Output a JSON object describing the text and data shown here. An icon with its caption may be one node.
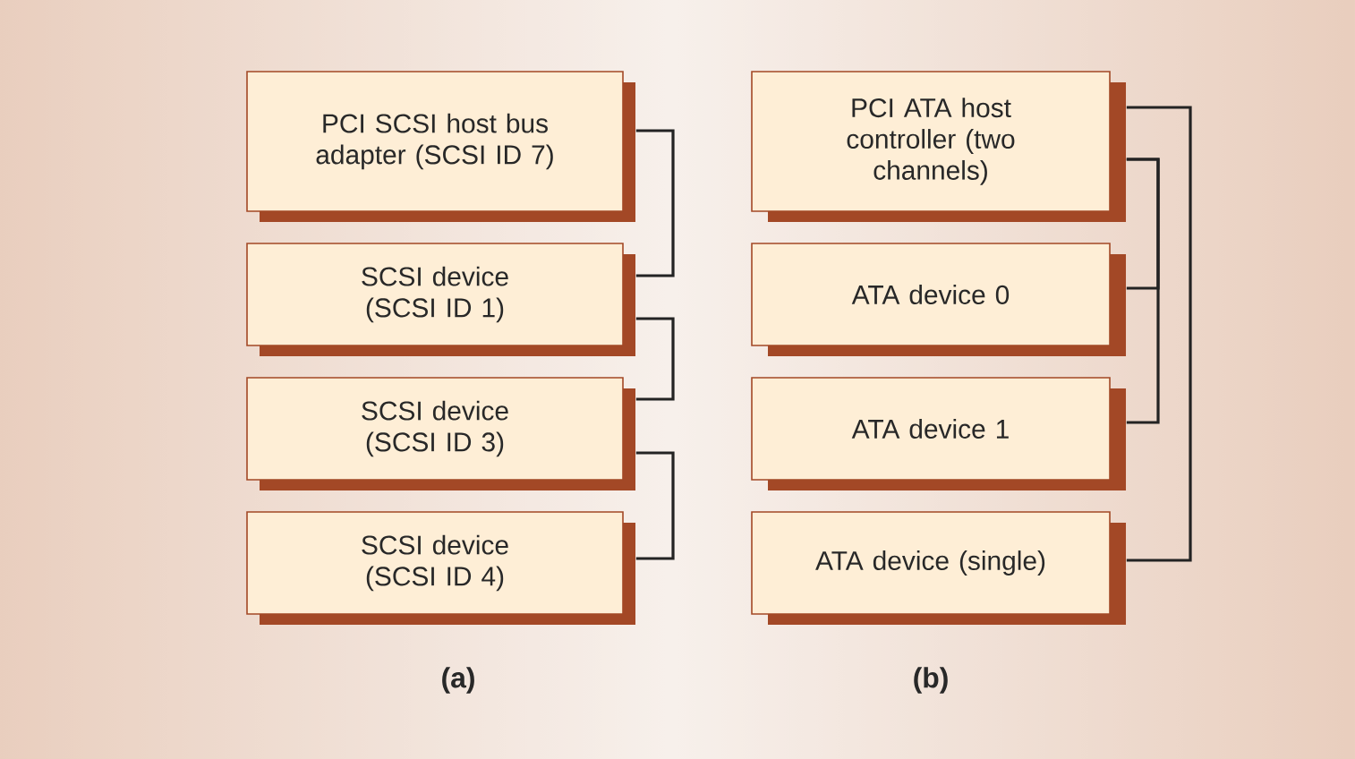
{
  "diagram": {
    "nodes": [
      {
        "text": [
          "PCI SCSI host bus adapter (SCSI ID 7)"
        ]
      },
      {
        "text": [
          "SCSI device (SCSI ID 1)"
        ]
      },
      {
        "text": [
          "SCSI device (SCSI ID 3)"
        ]
      },
      {
        "text": [
          "SCSI device (SCSI ID 4)"
        ]
      },
      {
        "text": [
          "PCI ATA host controller (two channels)"
        ]
      },
      {
        "text": [
          "ATA device 0"
        ]
      },
      {
        "text": [
          "ATA device 1"
        ]
      },
      {
        "text": [
          "ATA device (single)"
        ]
      }
    ],
    "edges": [
      {
        "from": 0,
        "to": 1,
        "arrow": "none"
      },
      {
        "from": 1,
        "to": 2,
        "arrow": "none"
      },
      {
        "from": 2,
        "to": 3,
        "arrow": "none"
      },
      {
        "from": 4,
        "to": 7,
        "arrow": "none"
      },
      {
        "from": 4,
        "to": 5,
        "arrow": "none"
      },
      {
        "from": 4,
        "to": 6,
        "arrow": "none"
      }
    ],
    "labels": [
      "(a)",
      "(b)"
    ]
  }
}
